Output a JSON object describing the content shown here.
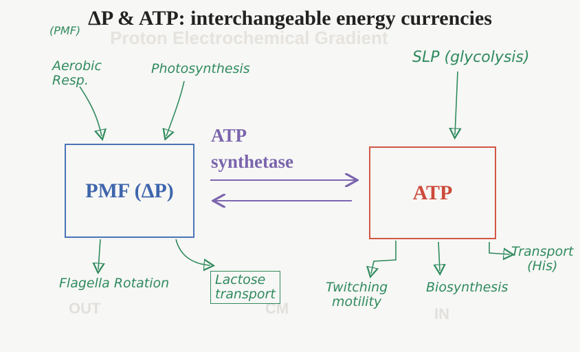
{
  "title": "ΔP & ATP: interchangeable energy currencies",
  "boxes": {
    "pmf_label": "PMF (ΔP)",
    "atp_label": "ATP"
  },
  "center": {
    "line1": "ATP",
    "line2": "synthetase"
  },
  "annotations": {
    "pmf_note": "(PMF)",
    "aerobic_line1": "Aerobic",
    "aerobic_line2": "Resp.",
    "photosynthesis": "Photosynthesis",
    "slp": "SLP (glycolysis)",
    "flagella": "Flagella Rotation",
    "lactose_line1": "Lactose",
    "lactose_line2": "transport",
    "twitching_line1": "Twitching",
    "twitching_line2": "motility",
    "biosynthesis": "Biosynthesis",
    "transport_line1": "Transport",
    "transport_line2": "(His)"
  },
  "colors": {
    "pmf_blue": "#4a73b8",
    "atp_red": "#d25545",
    "synthetase_purple": "#7b65ad",
    "ink_green": "#2f8a5d"
  }
}
